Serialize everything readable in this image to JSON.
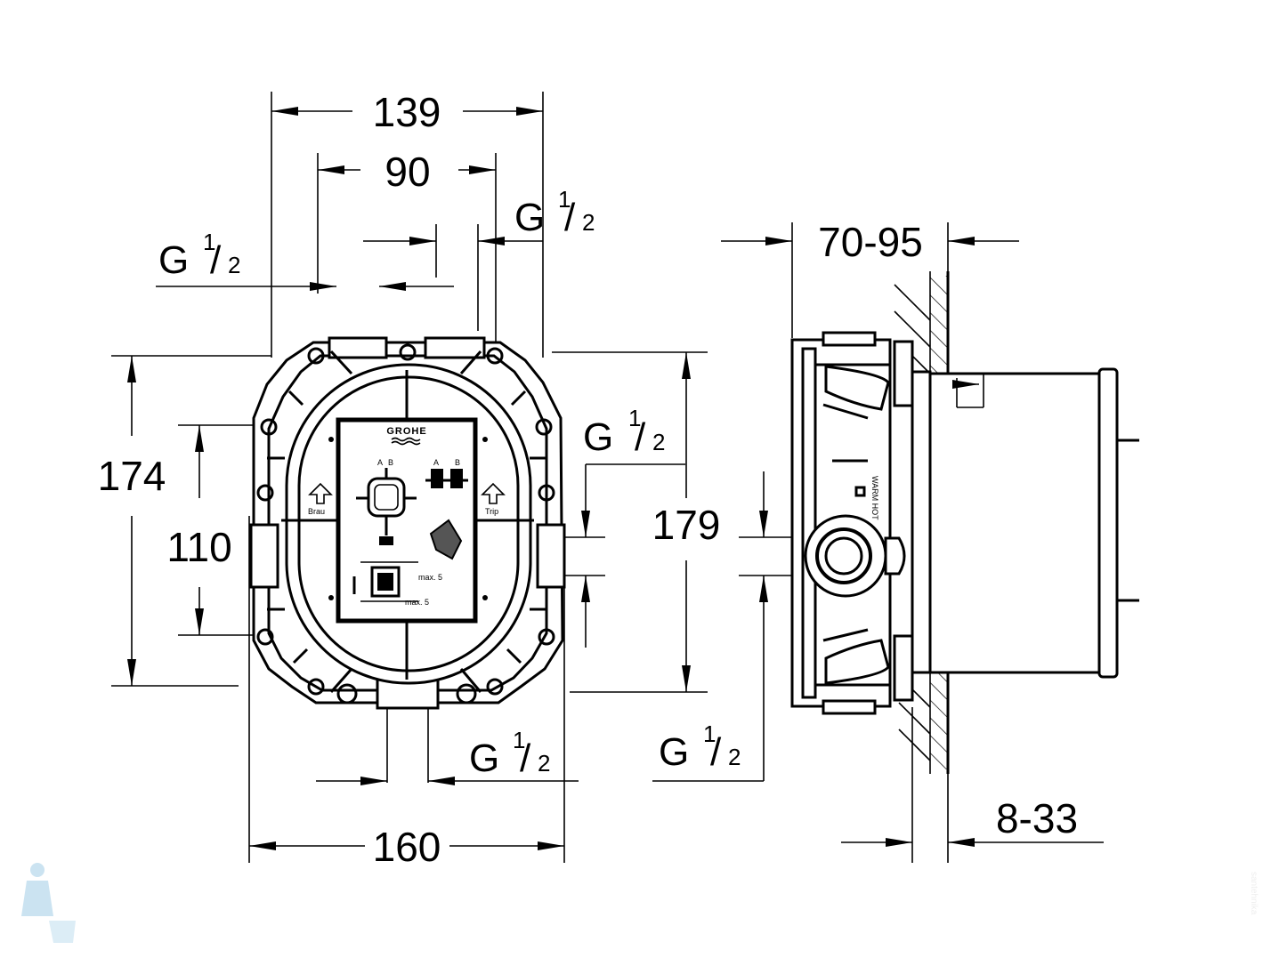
{
  "front_view": {
    "dim_top_overall": "139",
    "dim_top_inner": "90",
    "dim_left_overall": "174",
    "dim_left_inner": "110",
    "dim_right_overall": "179",
    "dim_bottom_overall": "160",
    "thread_label": "G",
    "thread_num": "1",
    "thread_den": "2",
    "brand_logo": "GROHE",
    "panel_left_label": "Brau",
    "panel_right_label": "Trip",
    "port_labels": [
      "A",
      "B",
      "A",
      "B"
    ],
    "max_label_1": "max. 5",
    "max_label_2": "max. 5"
  },
  "side_view": {
    "dim_top_depth": "70-95",
    "dim_bottom_depth": "8-33",
    "vertical_label": "WARM HOT"
  },
  "watermark": "santehnika"
}
